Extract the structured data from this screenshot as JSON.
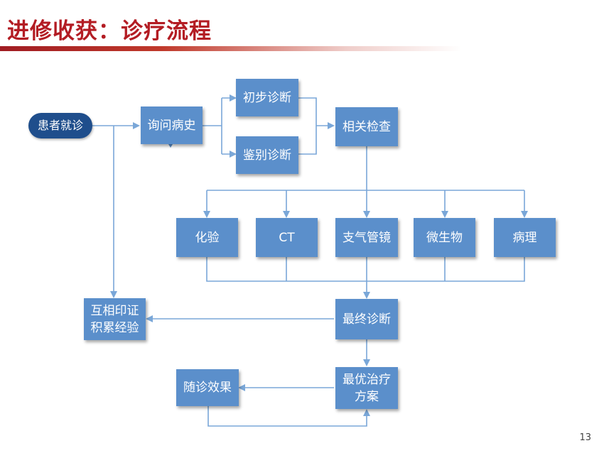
{
  "slide": {
    "title": "进修收获：诊疗流程",
    "page_number": "13"
  },
  "flow": {
    "patient_visit": "患者就诊",
    "history_inquiry": "询问病史",
    "preliminary_diagnosis": "初步诊断",
    "differential_diagnosis": "鉴别诊断",
    "related_exams": "相关检查",
    "lab_test": "化验",
    "ct": "CT",
    "bronchoscopy": "支气管镜",
    "microbiology": "微生物",
    "pathology": "病理",
    "final_diagnosis": "最终诊断",
    "mutual_verification": "互相印证\n积累经验",
    "optimal_treatment": "最优治疗\n方案",
    "followup_effect": "随诊效果"
  },
  "colors": {
    "title_red": "#b31c23",
    "box_blue": "#5b8fcb",
    "pill_blue": "#1f4e8c",
    "connector_blue": "#7aa7d8"
  }
}
